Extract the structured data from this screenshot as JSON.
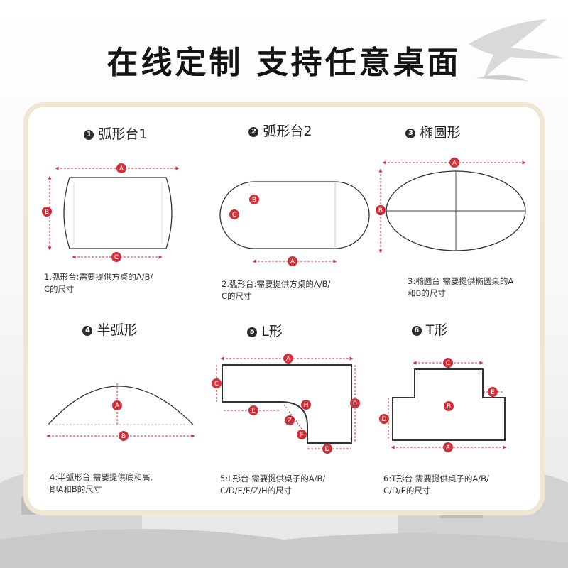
{
  "headline": "在线定制 支持任意桌面",
  "colors": {
    "accent": "#d0303a",
    "outline": "#333333",
    "card_border": "#efe7d4"
  },
  "panels": [
    {
      "num": "1",
      "title": "弧形台1",
      "caption_lines": [
        "1.弧形台:需要提供方桌的A/B/",
        "C的尺寸"
      ]
    },
    {
      "num": "2",
      "title": "弧形台2",
      "caption_lines": [
        "2.弧形台:需要提供方桌的A/B/",
        "C的尺寸"
      ]
    },
    {
      "num": "3",
      "title": "椭圆形",
      "caption_lines": [
        "3:椭圆台 需要提供椭圆桌的A",
        "和B的尺寸"
      ]
    },
    {
      "num": "4",
      "title": "半弧形",
      "caption_lines": [
        "4:半弧形台 需要提供底和高,",
        "即A和B的尺寸"
      ]
    },
    {
      "num": "5",
      "title": "L形",
      "caption_lines": [
        "5:L形台 需要提供桌子的A/B/",
        "C/D/E/F/Z/H的尺寸"
      ]
    },
    {
      "num": "6",
      "title": "T形",
      "caption_lines": [
        "6:T形台 需要提供桌子的A/B/",
        "C/D/E的尺寸"
      ]
    }
  ],
  "labels": {
    "p1": [
      "A",
      "B",
      "C"
    ],
    "p2": [
      "B",
      "C",
      "A"
    ],
    "p3": [
      "A",
      "B"
    ],
    "p4": [
      "A",
      "B"
    ],
    "p5": [
      "A",
      "C",
      "B",
      "H",
      "E",
      "Z",
      "F",
      "D"
    ],
    "p6": [
      "C",
      "E",
      "B",
      "D",
      "A"
    ]
  }
}
